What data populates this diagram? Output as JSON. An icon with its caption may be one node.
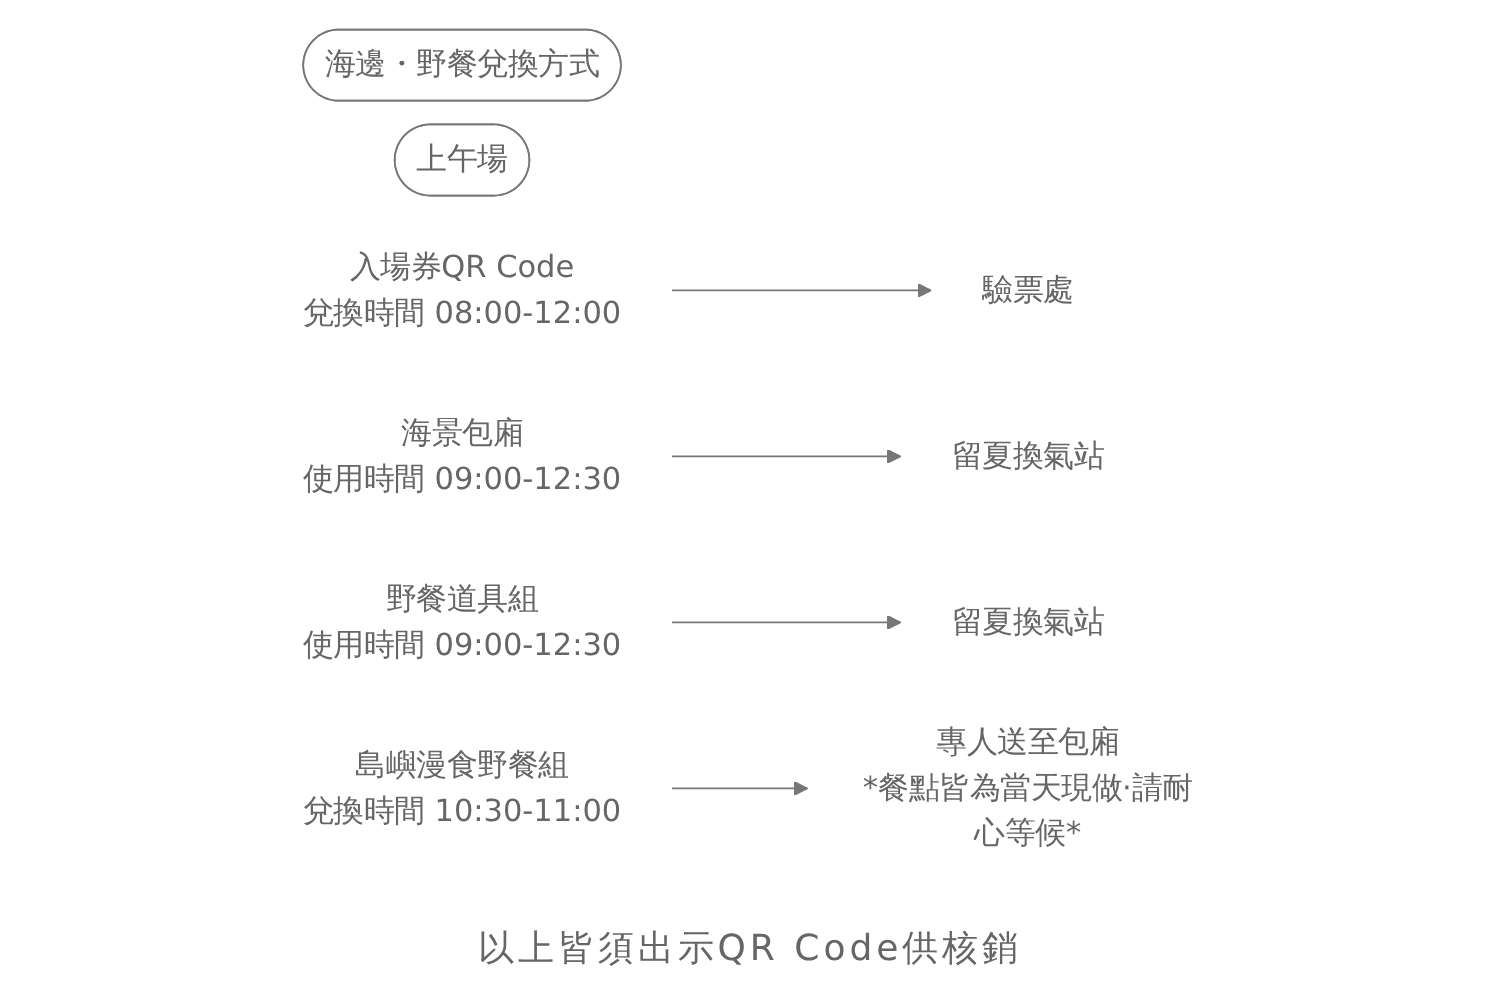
{
  "diagram": {
    "nodes": [
      {
        "text": [
          "海邊・野餐兌換方式"
        ]
      },
      {
        "text": [
          "上午場"
        ]
      },
      {
        "text": [
          "入場券QR Code"
        ],
        "beside": [
          "兌換時間 08:00-12:00"
        ]
      },
      {
        "text": [
          "驗票處"
        ]
      },
      {
        "text": [
          "海景包廂"
        ],
        "beside": [
          "使用時間 09:00-12:30"
        ]
      },
      {
        "text": [
          "留夏換氣站"
        ]
      },
      {
        "text": [
          "野餐道具組"
        ],
        "beside": [
          "使用時間 09:00-12:30"
        ]
      },
      {
        "text": [
          "留夏換氣站"
        ]
      },
      {
        "text": [
          "島嶼漫食野餐組"
        ],
        "beside": [
          "兌換時間 10:30-11:00"
        ]
      },
      {
        "text": [
          "專人送至包廂"
        ],
        "beside": [
          "*餐點皆為當天現做·請耐心等候*"
        ]
      }
    ],
    "edges": [
      {
        "from": 2,
        "to": 3,
        "arrow": "to"
      },
      {
        "from": 4,
        "to": 5,
        "arrow": "to"
      },
      {
        "from": 6,
        "to": 7,
        "arrow": "to"
      },
      {
        "from": 8,
        "to": 9,
        "arrow": "to"
      }
    ],
    "labels": [
      "以上皆須出示QR Code供核銷"
    ]
  }
}
